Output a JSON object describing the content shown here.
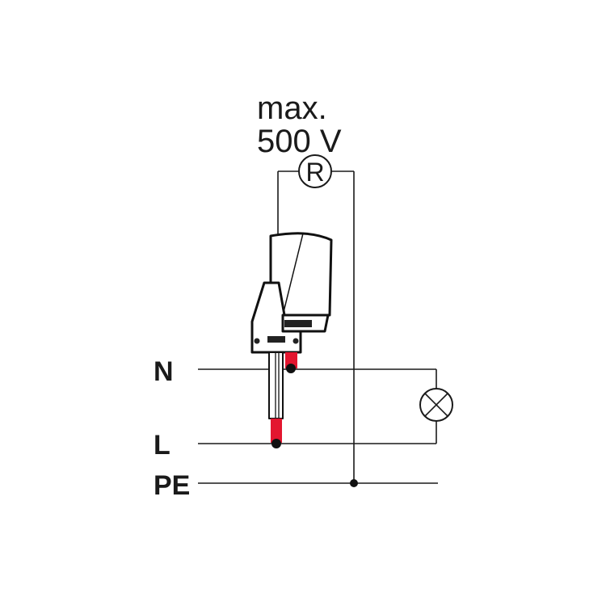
{
  "voltage_note": {
    "line1": "max.",
    "line2": "500 V"
  },
  "resistor_label": "R",
  "conductors": {
    "neutral": "N",
    "live": "L",
    "earth": "PE"
  },
  "colors": {
    "probe": "#e3162f",
    "line": "#1a1a1a"
  }
}
